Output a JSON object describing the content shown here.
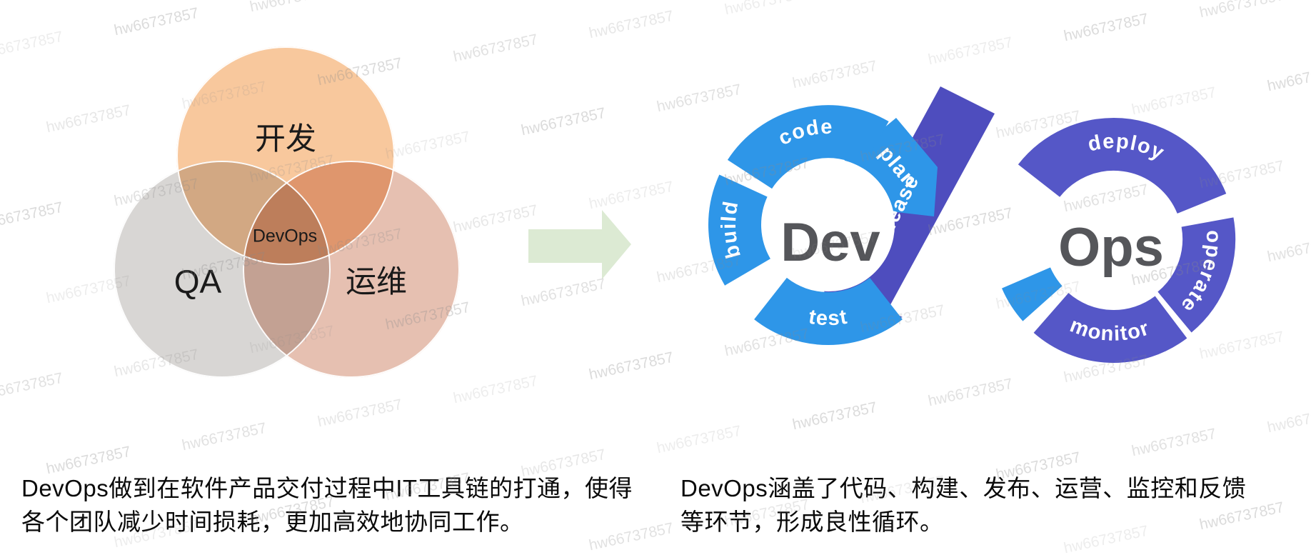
{
  "page": {
    "background": "#ffffff"
  },
  "watermark": {
    "text": "hw66737857"
  },
  "venn": {
    "circles": [
      {
        "id": "dev",
        "label": "开发",
        "color": "#f8c89d"
      },
      {
        "id": "qa",
        "label": "QA",
        "color": "#d8d6d4"
      },
      {
        "id": "ops",
        "label": "运维",
        "color": "#e6c0b1"
      }
    ],
    "center_label": "DevOps"
  },
  "flow_arrow": {
    "color": "#dcead3"
  },
  "infinity": {
    "dev_label": "Dev",
    "ops_label": "Ops",
    "segments": {
      "code": "code",
      "plan": "plan",
      "build": "build",
      "test": "test",
      "release": "release",
      "deploy": "deploy",
      "operate": "operate",
      "monitor": "monitor"
    },
    "colors": {
      "blue": "#2e96e8",
      "purple": "#5557c7",
      "band": "#4e4dbe",
      "core_text": "#55565a",
      "label_text": "#ffffff"
    }
  },
  "captions": {
    "left": "DevOps做到在软件产品交付过程中IT工具链的打通，使得各个团队减少时间损耗，更加高效地协同工作。",
    "right": "DevOps涵盖了代码、构建、发布、运营、监控和反馈等环节，形成良性循环。"
  }
}
